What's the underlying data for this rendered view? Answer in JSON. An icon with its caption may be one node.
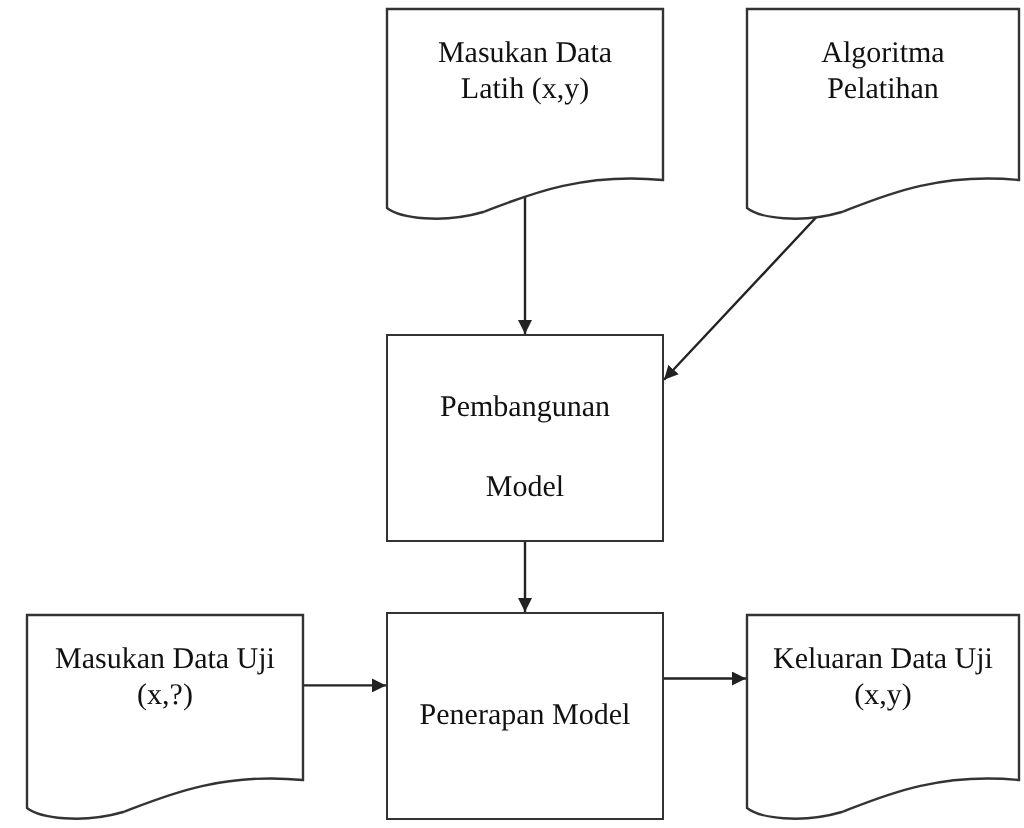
{
  "diagram": {
    "nodes": [
      {
        "text": [
          "Masukan Data Latih (x,y)"
        ]
      },
      {
        "text": [
          "Algoritma Pelatihan"
        ]
      },
      {
        "text": [
          "Pembangunan Model"
        ]
      },
      {
        "text": [
          "Masukan Data Uji (x,?)"
        ]
      },
      {
        "text": [
          "Penerapan Model"
        ]
      },
      {
        "text": [
          "Keluaran Data Uji (x,y)"
        ]
      }
    ],
    "edges": [
      {
        "from": 0,
        "to": 2,
        "arrow": "to"
      },
      {
        "from": 1,
        "to": 2,
        "arrow": "to"
      },
      {
        "from": 2,
        "to": 4,
        "arrow": "to"
      },
      {
        "from": 3,
        "to": 4,
        "arrow": "to"
      },
      {
        "from": 4,
        "to": 5,
        "arrow": "to"
      }
    ]
  }
}
